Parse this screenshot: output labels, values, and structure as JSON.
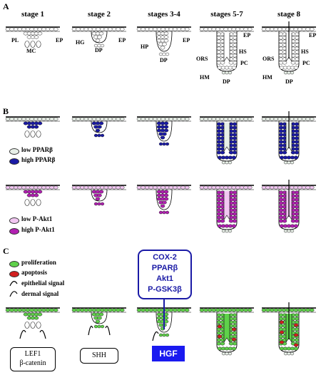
{
  "panels": {
    "a": "A",
    "b": "B",
    "c": "C"
  },
  "stages": [
    "stage 1",
    "stage 2",
    "stages 3-4",
    "stages 5-7",
    "stage 8"
  ],
  "labels": {
    "pl": "PL",
    "mc": "MC",
    "ep": "EP",
    "hg": "HG",
    "dp": "DP",
    "hp": "HP",
    "ors": "ORS",
    "hs": "HS",
    "pc": "PC",
    "hm": "HM"
  },
  "legend_b1": {
    "low": "low PPARβ",
    "high": "high PPARβ"
  },
  "legend_b2": {
    "low": "low P-Akt1",
    "high": "high P-Akt1"
  },
  "legend_c": {
    "proliferation": "proliferation",
    "apoptosis": "apoptosis",
    "epithelial": "epithelial signal",
    "dermal": "dermal signal"
  },
  "boxes": {
    "lef1_line1": "LEF1",
    "lef1_line2": "β-catenin",
    "shh": "SHH",
    "hgf": "HGF",
    "targets": [
      "COX-2",
      "PPARβ",
      "Akt1",
      "P-GSK3β"
    ]
  },
  "colors": {
    "blue": "#1a1aa6",
    "magenta": "#b21fb2",
    "pink": "#f2c7f2",
    "pale": "#e8f0e8",
    "green": "#5fd14a",
    "red": "#d21f1f"
  }
}
